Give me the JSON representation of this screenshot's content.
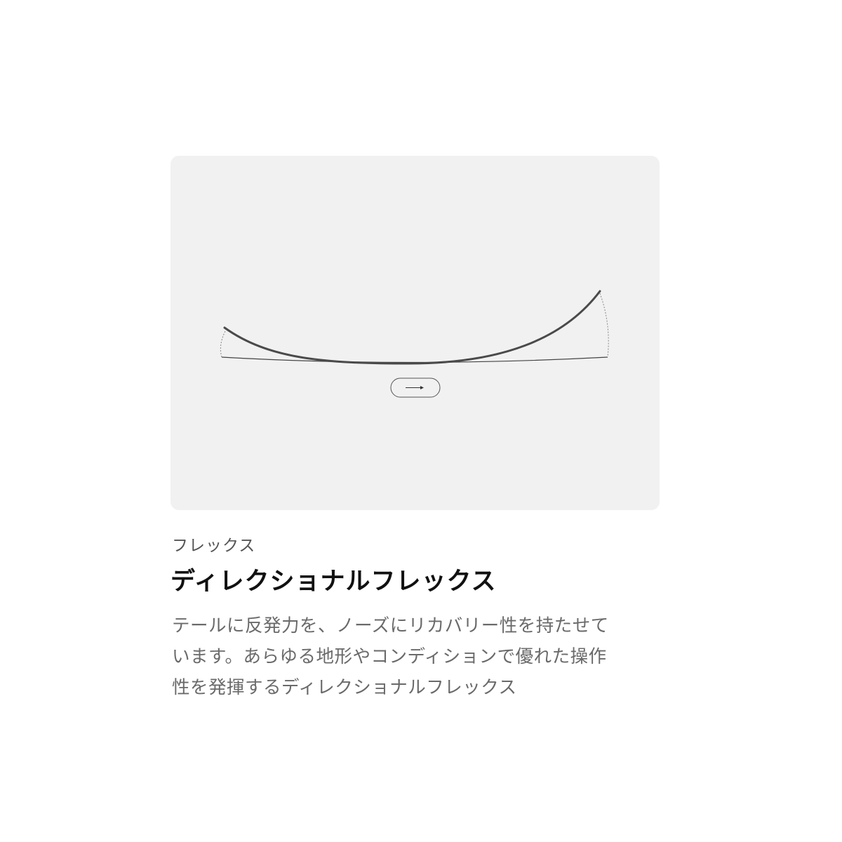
{
  "illustration": {
    "background": "#f1f1f1",
    "curve_color": "#4a4a4a",
    "flex_direction_icon": "arrow-right-icon"
  },
  "category": "フレックス",
  "title": "ディレクショナルフレックス",
  "description_lines": [
    "テールに反発力を、ノーズにリカバリー性を持たせて",
    "います。あらゆる地形やコンディションで優れた操作",
    "性を発揮するディレクショナルフレックス"
  ]
}
